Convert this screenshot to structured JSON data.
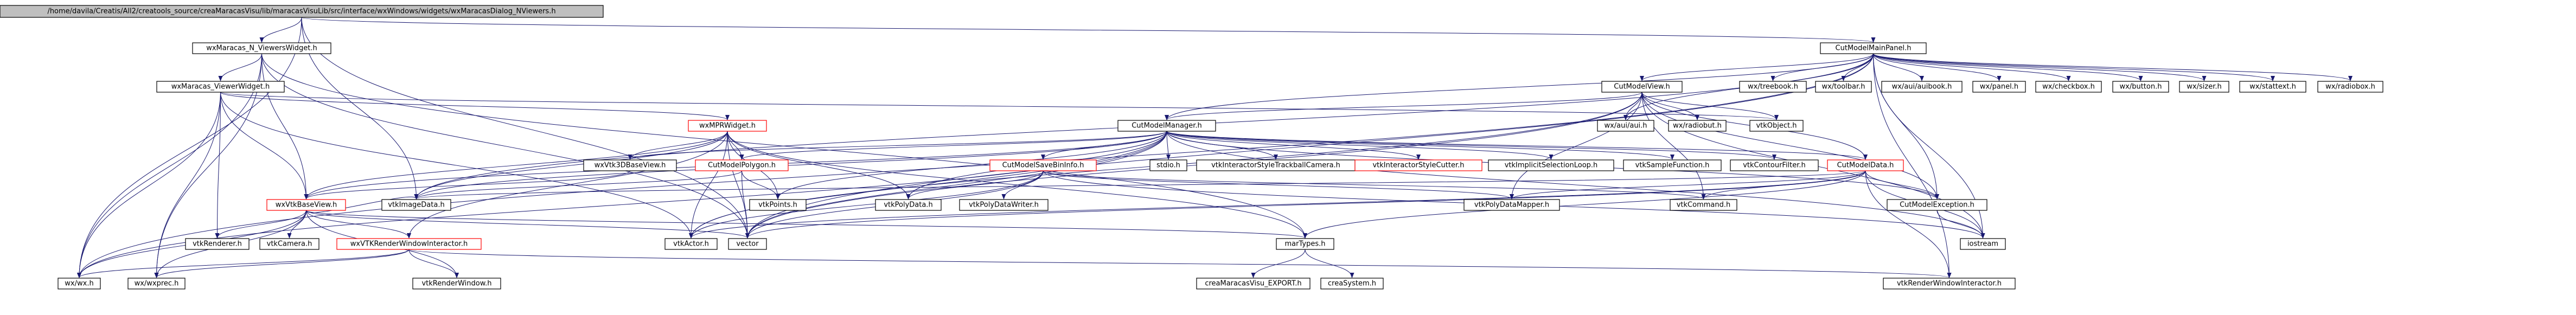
{
  "colors": {
    "root_fill": "#bfbfbf",
    "node_fill": "#ffffff",
    "node_border": "#000000",
    "linked_border": "#ff0000",
    "edge": "#191970",
    "text": "#000000"
  },
  "graph": {
    "nodes": [
      {
        "id": "root",
        "label": "/home/davila/Creatis/All2/creatools_source/creaMaracasVisu/lib/maracasVisuLib/src/interface/wxWindows/widgets/wxMaracasDialog_NViewers.h",
        "style": "root"
      },
      {
        "id": "nviewers",
        "label": "wxMaracas_N_ViewersWidget.h",
        "style": "plain"
      },
      {
        "id": "cutpanel",
        "label": "CutModelMainPanel.h",
        "style": "plain"
      },
      {
        "id": "viewerwidget",
        "label": "wxMaracas_ViewerWidget.h",
        "style": "plain"
      },
      {
        "id": "mpr",
        "label": "wxMPRWidget.h",
        "style": "linked"
      },
      {
        "id": "cutview",
        "label": "CutModelView.h",
        "style": "plain"
      },
      {
        "id": "cutmanager",
        "label": "CutModelManager.h",
        "style": "plain"
      },
      {
        "id": "treebook",
        "label": "wx/treebook.h",
        "style": "plain"
      },
      {
        "id": "toolbar",
        "label": "wx/toolbar.h",
        "style": "plain"
      },
      {
        "id": "auinotebook",
        "label": "wx/aui/auibook.h",
        "style": "plain"
      },
      {
        "id": "panel",
        "label": "wx/panel.h",
        "style": "plain"
      },
      {
        "id": "checkbox",
        "label": "wx/checkbox.h",
        "style": "plain"
      },
      {
        "id": "button",
        "label": "wx/button.h",
        "style": "plain"
      },
      {
        "id": "sizer",
        "label": "wx/sizer.h",
        "style": "plain"
      },
      {
        "id": "stattext",
        "label": "wx/stattext.h",
        "style": "plain"
      },
      {
        "id": "radiobox",
        "label": "wx/radiobox.h",
        "style": "plain"
      },
      {
        "id": "aui",
        "label": "wx/aui/aui.h",
        "style": "plain"
      },
      {
        "id": "radiobut",
        "label": "wx/radiobut.h",
        "style": "plain"
      },
      {
        "id": "vtkobject",
        "label": "vtkObject.h",
        "style": "plain"
      },
      {
        "id": "vtk3dbase",
        "label": "wxVtk3DBaseView.h",
        "style": "plain"
      },
      {
        "id": "cutpolygon",
        "label": "CutModelPolygon.h",
        "style": "linked"
      },
      {
        "id": "savebin",
        "label": "CutModelSaveBinInfo.h",
        "style": "linked"
      },
      {
        "id": "stdio",
        "label": "stdio.h",
        "style": "plain"
      },
      {
        "id": "trackball",
        "label": "vtkInteractorStyleTrackballCamera.h",
        "style": "plain"
      },
      {
        "id": "stylecutter",
        "label": "vtkInteractorStyleCutter.h",
        "style": "linked"
      },
      {
        "id": "implicitsel",
        "label": "vtkImplicitSelectionLoop.h",
        "style": "plain"
      },
      {
        "id": "samplefunc",
        "label": "vtkSampleFunction.h",
        "style": "plain"
      },
      {
        "id": "contourfilter",
        "label": "vtkContourFilter.h",
        "style": "plain"
      },
      {
        "id": "cutdata",
        "label": "CutModelData.h",
        "style": "linked"
      },
      {
        "id": "vtkbaseview",
        "label": "wxVtkBaseView.h",
        "style": "linked"
      },
      {
        "id": "imagedata",
        "label": "vtkImageData.h",
        "style": "plain"
      },
      {
        "id": "points",
        "label": "vtkPoints.h",
        "style": "plain"
      },
      {
        "id": "polydata",
        "label": "vtkPolyData.h",
        "style": "plain"
      },
      {
        "id": "polywriter",
        "label": "vtkPolyDataWriter.h",
        "style": "plain"
      },
      {
        "id": "polymapper",
        "label": "vtkPolyDataMapper.h",
        "style": "plain"
      },
      {
        "id": "command",
        "label": "vtkCommand.h",
        "style": "plain"
      },
      {
        "id": "exception",
        "label": "CutModelException.h",
        "style": "plain"
      },
      {
        "id": "renderer",
        "label": "vtkRenderer.h",
        "style": "plain"
      },
      {
        "id": "camera",
        "label": "vtkCamera.h",
        "style": "plain"
      },
      {
        "id": "rwinteractor_wx",
        "label": "wxVTKRenderWindowInteractor.h",
        "style": "linked"
      },
      {
        "id": "actor",
        "label": "vtkActor.h",
        "style": "plain"
      },
      {
        "id": "vector",
        "label": "vector",
        "style": "plain"
      },
      {
        "id": "martypes",
        "label": "marTypes.h",
        "style": "plain"
      },
      {
        "id": "iostream",
        "label": "iostream",
        "style": "plain"
      },
      {
        "id": "wxwx",
        "label": "wx/wx.h",
        "style": "plain"
      },
      {
        "id": "wxexprec",
        "label": "wx/wxprec.h",
        "style": "plain"
      },
      {
        "id": "renderwindow",
        "label": "vtkRenderWindow.h",
        "style": "plain"
      },
      {
        "id": "export",
        "label": "creaMaracasVisu_EXPORT.h",
        "style": "plain"
      },
      {
        "id": "creasystem",
        "label": "creaSystem.h",
        "style": "plain"
      },
      {
        "id": "rwinteractor",
        "label": "vtkRenderWindowInteractor.h",
        "style": "plain"
      }
    ],
    "edges": [
      [
        "root",
        "nviewers"
      ],
      [
        "root",
        "cutpanel"
      ],
      [
        "root",
        "wxwx"
      ],
      [
        "root",
        "imagedata"
      ],
      [
        "root",
        "vector"
      ],
      [
        "nviewers",
        "viewerwidget"
      ],
      [
        "nviewers",
        "wxwx"
      ],
      [
        "nviewers",
        "wxexprec"
      ],
      [
        "nviewers",
        "vtkbaseview"
      ],
      [
        "nviewers",
        "martypes"
      ],
      [
        "nviewers",
        "vector"
      ],
      [
        "cutpanel",
        "cutview"
      ],
      [
        "cutpanel",
        "cutmanager"
      ],
      [
        "cutpanel",
        "treebook"
      ],
      [
        "cutpanel",
        "toolbar"
      ],
      [
        "cutpanel",
        "auinotebook"
      ],
      [
        "cutpanel",
        "panel"
      ],
      [
        "cutpanel",
        "checkbox"
      ],
      [
        "cutpanel",
        "button"
      ],
      [
        "cutpanel",
        "sizer"
      ],
      [
        "cutpanel",
        "stattext"
      ],
      [
        "cutpanel",
        "radiobox"
      ],
      [
        "cutpanel",
        "aui"
      ],
      [
        "cutpanel",
        "exception"
      ],
      [
        "cutpanel",
        "iostream"
      ],
      [
        "cutpanel",
        "vector"
      ],
      [
        "cutpanel",
        "imagedata"
      ],
      [
        "cutpanel",
        "rwinteractor"
      ],
      [
        "cutpanel",
        "wxwx"
      ],
      [
        "viewerwidget",
        "mpr"
      ],
      [
        "viewerwidget",
        "vtkbaseview"
      ],
      [
        "viewerwidget",
        "renderer"
      ],
      [
        "viewerwidget",
        "wxwx"
      ],
      [
        "viewerwidget",
        "wxexprec"
      ],
      [
        "viewerwidget",
        "vtkobject"
      ],
      [
        "viewerwidget",
        "actor"
      ],
      [
        "mpr",
        "vtk3dbase"
      ],
      [
        "mpr",
        "cutpolygon"
      ],
      [
        "mpr",
        "vtkbaseview"
      ],
      [
        "mpr",
        "imagedata"
      ],
      [
        "mpr",
        "points"
      ],
      [
        "mpr",
        "polydata"
      ],
      [
        "mpr",
        "actor"
      ],
      [
        "mpr",
        "vector"
      ],
      [
        "mpr",
        "martypes"
      ],
      [
        "mpr",
        "rwinteractor_wx"
      ],
      [
        "cutview",
        "aui"
      ],
      [
        "cutview",
        "radiobut"
      ],
      [
        "cutview",
        "vtkobject"
      ],
      [
        "cutview",
        "cutmanager"
      ],
      [
        "cutview",
        "cutdata"
      ],
      [
        "cutview",
        "command"
      ],
      [
        "cutview",
        "polymapper"
      ],
      [
        "cutview",
        "exception"
      ],
      [
        "cutview",
        "iostream"
      ],
      [
        "cutview",
        "vector"
      ],
      [
        "cutview",
        "actor"
      ],
      [
        "cutmanager",
        "vtk3dbase"
      ],
      [
        "cutmanager",
        "cutpolygon"
      ],
      [
        "cutmanager",
        "savebin"
      ],
      [
        "cutmanager",
        "stdio"
      ],
      [
        "cutmanager",
        "trackball"
      ],
      [
        "cutmanager",
        "stylecutter"
      ],
      [
        "cutmanager",
        "implicitsel"
      ],
      [
        "cutmanager",
        "samplefunc"
      ],
      [
        "cutmanager",
        "contourfilter"
      ],
      [
        "cutmanager",
        "cutdata"
      ],
      [
        "cutmanager",
        "imagedata"
      ],
      [
        "cutmanager",
        "polydata"
      ],
      [
        "cutmanager",
        "points"
      ],
      [
        "cutmanager",
        "vtkbaseview"
      ],
      [
        "cutmanager",
        "exception"
      ],
      [
        "cutmanager",
        "iostream"
      ],
      [
        "cutmanager",
        "vector"
      ],
      [
        "cutmanager",
        "wxwx"
      ],
      [
        "cutmanager",
        "actor"
      ],
      [
        "vtk3dbase",
        "vtkbaseview"
      ],
      [
        "cutpolygon",
        "points"
      ],
      [
        "cutpolygon",
        "vector"
      ],
      [
        "cutpolygon",
        "imagedata"
      ],
      [
        "savebin",
        "polywriter"
      ],
      [
        "savebin",
        "polydata"
      ],
      [
        "savebin",
        "polymapper"
      ],
      [
        "savebin",
        "command"
      ],
      [
        "savebin",
        "vector"
      ],
      [
        "savebin",
        "iostream"
      ],
      [
        "savebin",
        "actor"
      ],
      [
        "cutdata",
        "exception"
      ],
      [
        "cutdata",
        "command"
      ],
      [
        "cutdata",
        "polymapper"
      ],
      [
        "cutdata",
        "imagedata"
      ],
      [
        "cutdata",
        "vector"
      ],
      [
        "cutdata",
        "iostream"
      ],
      [
        "cutdata",
        "martypes"
      ],
      [
        "cutdata",
        "rwinteractor"
      ],
      [
        "cutdata",
        "actor"
      ],
      [
        "vtkbaseview",
        "renderer"
      ],
      [
        "vtkbaseview",
        "camera"
      ],
      [
        "vtkbaseview",
        "rwinteractor_wx"
      ],
      [
        "vtkbaseview",
        "wxwx"
      ],
      [
        "vtkbaseview",
        "wxexprec"
      ],
      [
        "vtkbaseview",
        "imagedata"
      ],
      [
        "vtkbaseview",
        "vector"
      ],
      [
        "vtkbaseview",
        "renderwindow"
      ],
      [
        "vtkbaseview",
        "martypes"
      ],
      [
        "rwinteractor_wx",
        "wxwx"
      ],
      [
        "rwinteractor_wx",
        "wxexprec"
      ],
      [
        "rwinteractor_wx",
        "renderwindow"
      ],
      [
        "rwinteractor_wx",
        "rwinteractor"
      ],
      [
        "exception",
        "iostream"
      ],
      [
        "martypes",
        "export"
      ],
      [
        "martypes",
        "creasystem"
      ]
    ]
  }
}
